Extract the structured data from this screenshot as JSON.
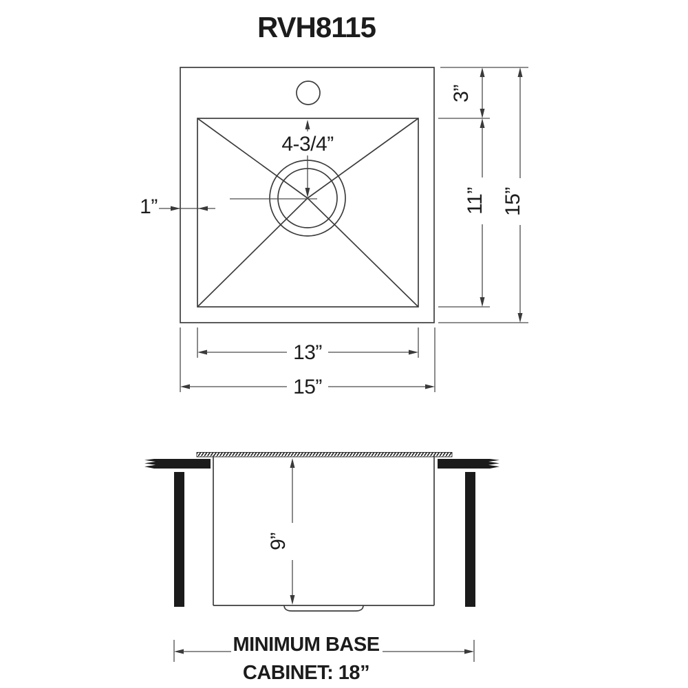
{
  "title": "RVH8115",
  "top_view": {
    "faucet_setback": "3”",
    "bowl_front_to_back": "11”",
    "overall_front_to_back": "15”",
    "drain_center_offset": "4-3/4”",
    "rim_lip": "1”",
    "bowl_width": "13”",
    "overall_width": "15”"
  },
  "side_view": {
    "bowl_depth": "9”",
    "cabinet_note_line1": "MINIMUM BASE",
    "cabinet_note_line2": "CABINET: 18”"
  }
}
